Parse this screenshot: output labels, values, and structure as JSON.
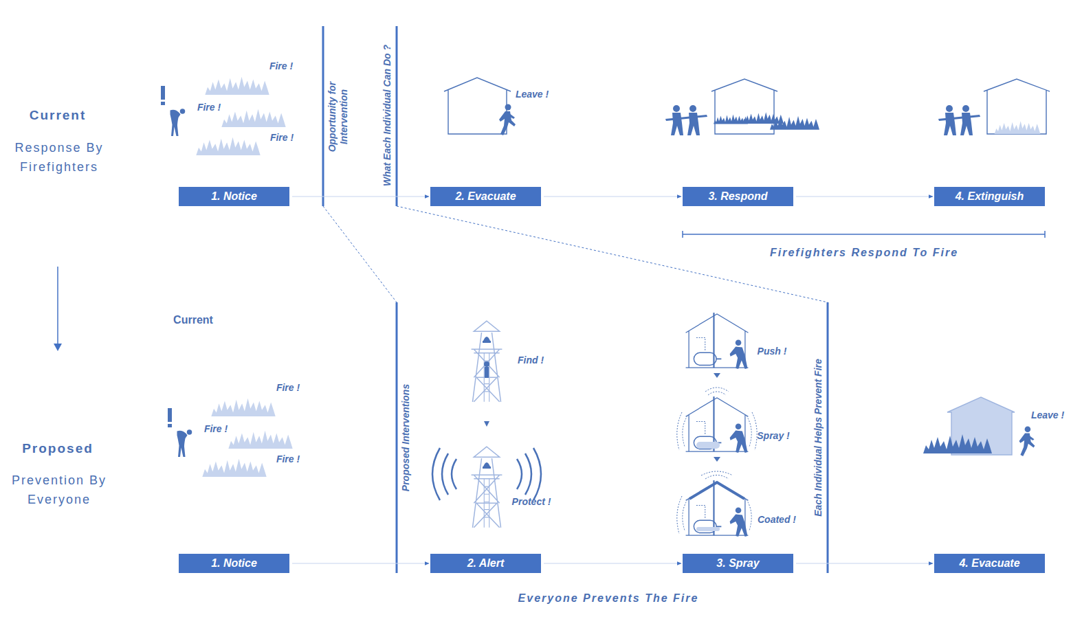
{
  "diagram": {
    "nodes": [
      {
        "text": [
          "1. Notice"
        ]
      },
      {
        "text": [
          "2. Evacuate"
        ]
      },
      {
        "text": [
          "3. Respond"
        ]
      },
      {
        "text": [
          "4. Extinguish"
        ]
      },
      {
        "text": [
          "1. Notice"
        ]
      },
      {
        "text": [
          "2. Alert"
        ]
      },
      {
        "text": [
          "3. Spray"
        ]
      },
      {
        "text": [
          "4. Evacuate"
        ]
      }
    ],
    "edges": [
      {
        "from": 0,
        "to": 1,
        "arrow": "to"
      },
      {
        "from": 1,
        "to": 2,
        "arrow": "to"
      },
      {
        "from": 2,
        "to": 3,
        "arrow": "to"
      },
      {
        "from": 4,
        "to": 5,
        "arrow": "to"
      },
      {
        "from": 5,
        "to": 6,
        "arrow": "to"
      },
      {
        "from": 6,
        "to": 7,
        "arrow": "to"
      }
    ],
    "labels": [
      "Current",
      "Response By Firefighters",
      "Fire !",
      "Fire !",
      "Fire !",
      "Opportunity for Intervention",
      "What Each Individual Can Do ?",
      "Leave !",
      "Firefighters Respond To Fire",
      "Current",
      "Proposed",
      "Prevention By Everyone",
      "Fire !",
      "Fire !",
      "Fire !",
      "Proposed Interventions",
      "Find !",
      "Protect !",
      "Push !",
      "Spray !",
      "Coated !",
      "Each Individual Helps Prevent Fire",
      "Leave !",
      "Everyone Prevents The Fire"
    ]
  }
}
